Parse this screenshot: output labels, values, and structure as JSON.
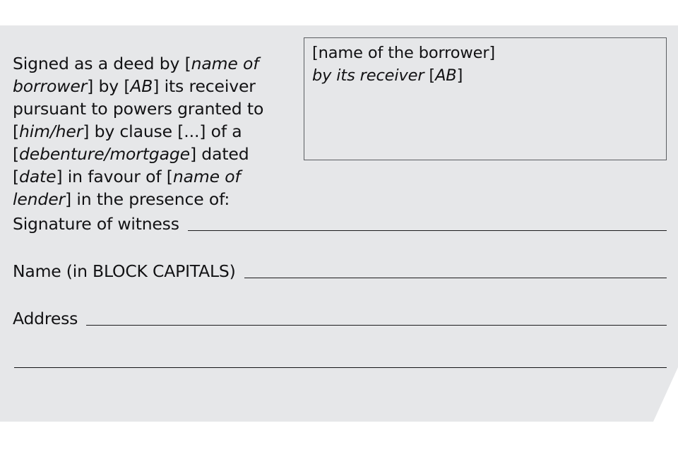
{
  "document": {
    "type": "deed-execution-block",
    "background_color": "#ffffff",
    "card_color": "#e6e7e9",
    "text_color": "#121214",
    "rule_color": "#1b1b1d",
    "box_border_color": "#5b5d61"
  },
  "attestation": {
    "full_text": "Signed as a deed by [name of borrower] by [AB] its receiver pursuant to powers granted to [him/her] by clause [...] of a [debenture/mortgage] dated [date] in favour of [name of lender] in the presence of:",
    "segments": [
      {
        "text": "Signed as a deed by [",
        "italic": false
      },
      {
        "text": "name of borrower",
        "italic": true
      },
      {
        "text": "] by [",
        "italic": false
      },
      {
        "text": "AB",
        "italic": true
      },
      {
        "text": "] its receiver pursuant to powers granted to [",
        "italic": false
      },
      {
        "text": "him/her",
        "italic": true
      },
      {
        "text": "] by clause [...] of a [",
        "italic": false
      },
      {
        "text": "debenture/mortgage",
        "italic": true
      },
      {
        "text": "] dated [",
        "italic": false
      },
      {
        "text": "date",
        "italic": true
      },
      {
        "text": "] in favour of [",
        "italic": false
      },
      {
        "text": "name of lender",
        "italic": true
      },
      {
        "text": "] in the presence of:",
        "italic": false
      }
    ]
  },
  "signature_box": {
    "line_1": "[name of the borrower]",
    "line_2_prefix": "by its receiver",
    "line_2_bracket_open": " [",
    "line_2_initials": "AB",
    "line_2_bracket_close": "]"
  },
  "fields": [
    {
      "label": "Signature of witness",
      "value": ""
    },
    {
      "label": "Name (in BLOCK CAPITALS)",
      "value": ""
    },
    {
      "label": "Address",
      "value": ""
    }
  ],
  "extra_rule": {
    "label": "",
    "value": ""
  }
}
